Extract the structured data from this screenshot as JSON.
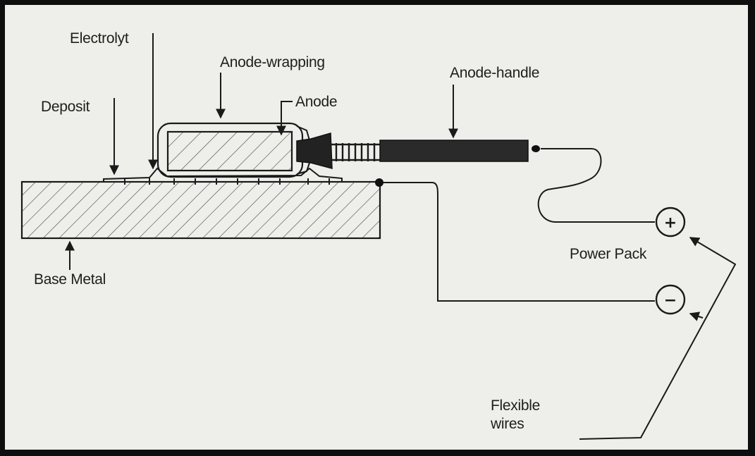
{
  "labels": {
    "electrolyte": "Electrolyt",
    "anode_wrapping": "Anode-wrapping",
    "anode_handle": "Anode-handle",
    "deposit": "Deposit",
    "anode": "Anode",
    "base_metal": "Base Metal",
    "power_pack": "Power Pack",
    "flexible_wires_line1": "Flexible",
    "flexible_wires_line2": "wires"
  },
  "symbols": {
    "positive": "+",
    "negative": "−"
  },
  "colors": {
    "background": "#eeeeea",
    "ink": "#1e1e1e",
    "frame": "#0e0e0e"
  }
}
